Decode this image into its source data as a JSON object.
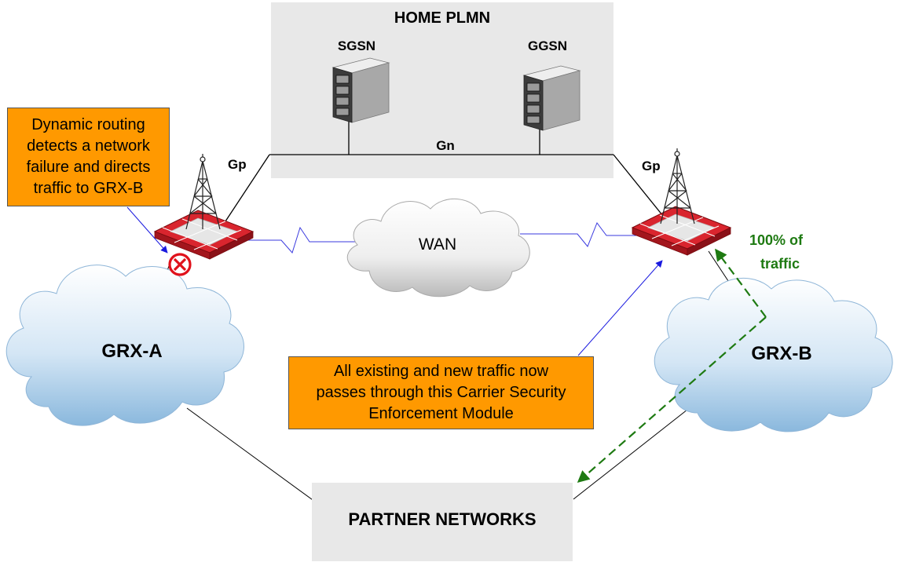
{
  "home_plmn": {
    "title": "HOME PLMN",
    "sgsn_label": "SGSN",
    "ggsn_label": "GGSN",
    "gn_label": "Gn"
  },
  "links": {
    "gp_left": "Gp",
    "gp_right": "Gp"
  },
  "wan": {
    "label": "WAN"
  },
  "grx_a": {
    "label": "GRX-A"
  },
  "grx_b": {
    "label": "GRX-B"
  },
  "partner": {
    "label": "PARTNER NETWORKS"
  },
  "traffic_note": {
    "line1": "100% of",
    "line2": "traffic",
    "color": "#1e7a12"
  },
  "callout_left": {
    "lines": [
      "Dynamic routing",
      "detects a network",
      "failure and directs",
      "traffic to GRX-B"
    ]
  },
  "callout_center": {
    "lines": [
      "All existing and new traffic now",
      "passes through this Carrier Security",
      "Enforcement Module"
    ]
  },
  "colors": {
    "callout_bg": "#ff9900",
    "panel_bg": "#e8e8e8",
    "firewall_red": "#d9252e",
    "wan_line": "#3a3adf",
    "failure_icon": "#e0111b"
  },
  "icons": {
    "server": "server-icon",
    "tower": "cell-tower-icon",
    "firewall": "firewall-icon",
    "failure": "failure-x-icon",
    "cloud": "cloud-icon"
  }
}
